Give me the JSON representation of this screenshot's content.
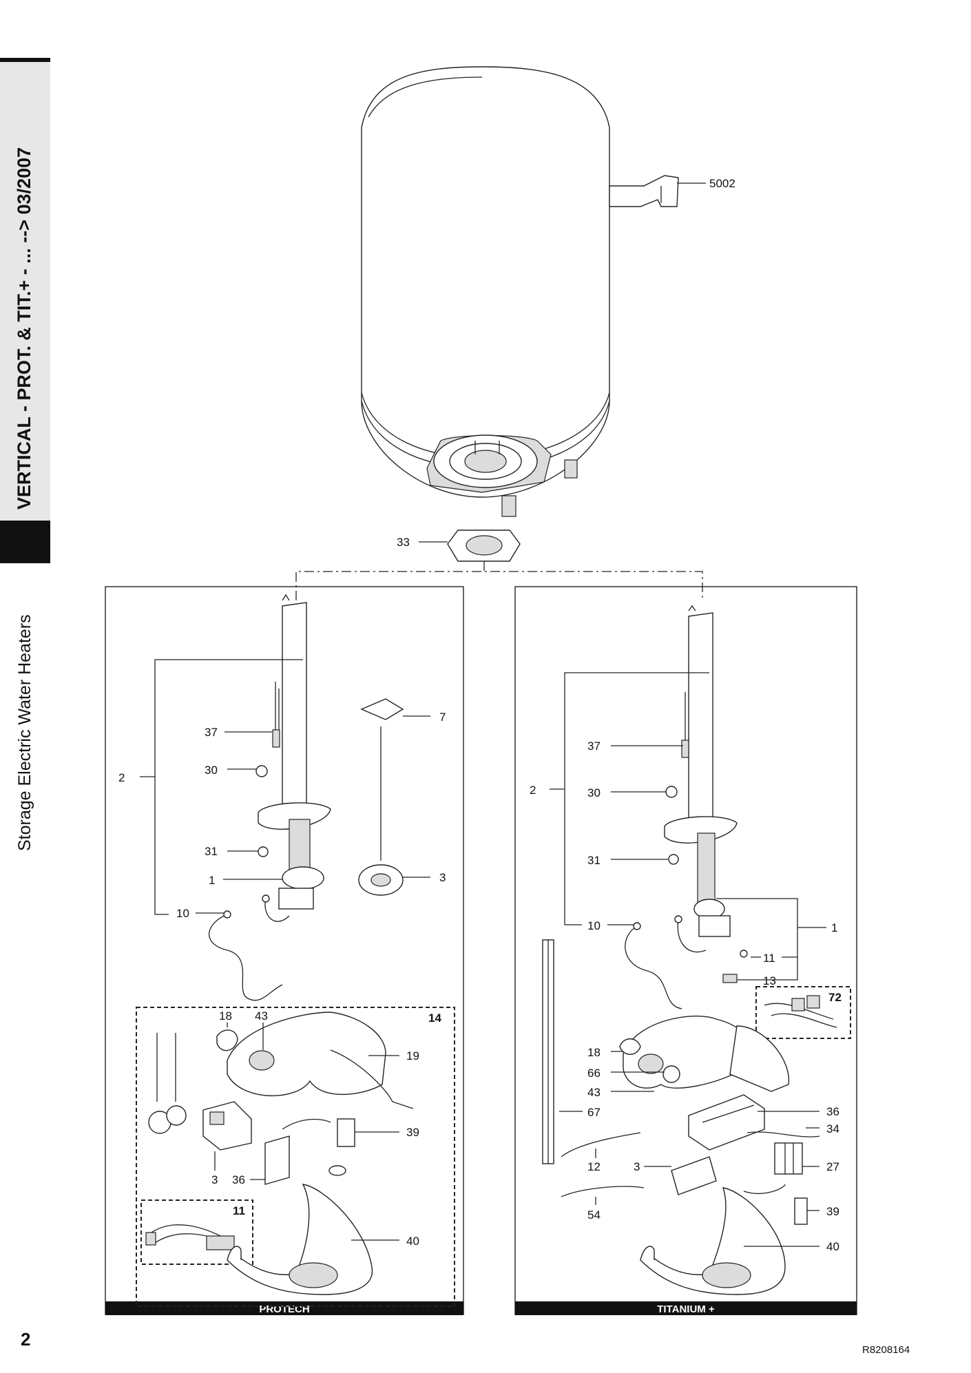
{
  "sidebar": {
    "title": "VERTICAL - PROT. & TIT.+ - ... --> 03/2007",
    "section": "Storage Electric Water Heaters"
  },
  "page_number": "2",
  "document_ref": "R8208164",
  "top": {
    "labels": {
      "bracket": "5002",
      "gasket": "33"
    }
  },
  "panels": {
    "protech": {
      "caption": "PROTECH",
      "labels": {
        "l2": "2",
        "l37": "37",
        "l30": "30",
        "l31": "31",
        "l1": "1",
        "l10": "10",
        "l7": "7",
        "l3": "3",
        "l18": "18",
        "l43": "43",
        "l14": "14",
        "l19": "19",
        "l39": "39",
        "l3b": "3",
        "l36": "36",
        "l11": "11",
        "l40": "40"
      }
    },
    "titanium": {
      "caption": "TITANIUM +",
      "labels": {
        "l2": "2",
        "l37": "37",
        "l30": "30",
        "l31": "31",
        "l10": "10",
        "l1": "1",
        "l11": "11",
        "l13": "13",
        "l72": "72",
        "l18": "18",
        "l66": "66",
        "l43": "43",
        "l67": "67",
        "l36": "36",
        "l34": "34",
        "l12": "12",
        "l3": "3",
        "l27": "27",
        "l54": "54",
        "l39": "39",
        "l40": "40"
      }
    }
  }
}
